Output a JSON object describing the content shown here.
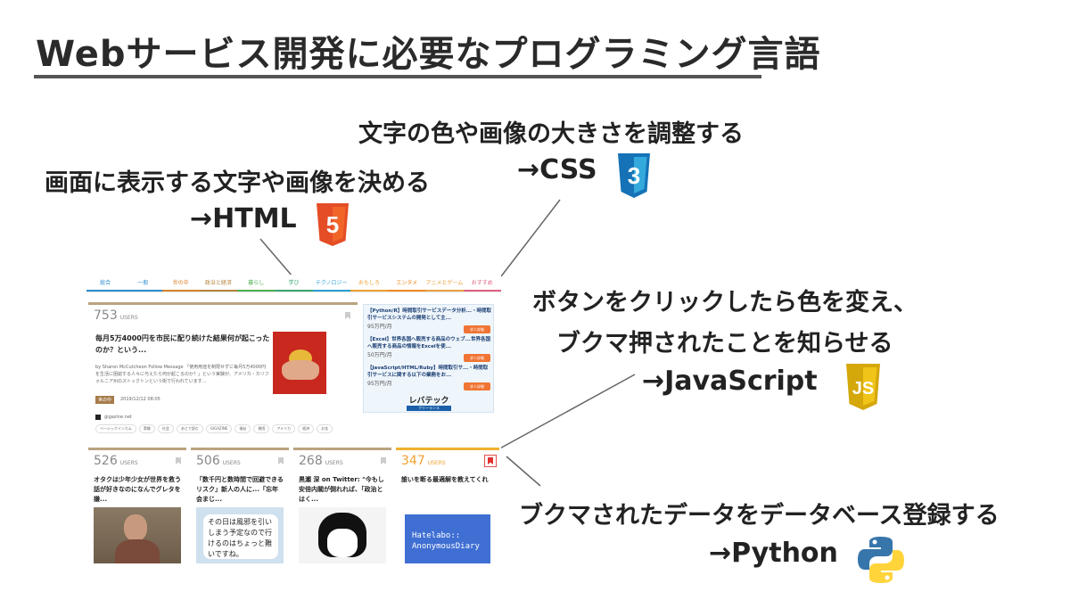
{
  "title": "Webサービス開発に必要なプログラミング言語",
  "annotations": {
    "html": {
      "caption": "画面に表示する文字や画像を決める",
      "tech": "→HTML"
    },
    "css": {
      "caption": "文字の色や画像の大きさを調整する",
      "tech": "→CSS"
    },
    "js": {
      "caption1": "ボタンをクリックしたら色を変え、",
      "caption2": "ブクマ押されたことを知らせる",
      "tech": "→JavaScript"
    },
    "python": {
      "caption": "ブクマされたデータをデータベース登録する",
      "tech": "→Python"
    }
  },
  "logos": {
    "html5": "5",
    "css3": "3",
    "js": "JS"
  },
  "mock": {
    "tabs": [
      {
        "label": "総合",
        "color": "#2c8ccf"
      },
      {
        "label": "一般",
        "color": "#2c8ccf"
      },
      {
        "label": "世の中",
        "color": "#d9822b"
      },
      {
        "label": "政治と経済",
        "color": "#b5843c"
      },
      {
        "label": "暮らし",
        "color": "#4caf50"
      },
      {
        "label": "学び",
        "color": "#3aa66f"
      },
      {
        "label": "テクノロジー",
        "color": "#2a9fd6"
      },
      {
        "label": "おもしろ",
        "color": "#f0a030"
      },
      {
        "label": "エンタメ",
        "color": "#f08b20"
      },
      {
        "label": "アニメとゲーム",
        "color": "#e8a040"
      },
      {
        "label": "おすすめ",
        "color": "#e06080"
      }
    ],
    "main_card": {
      "users": "753",
      "users_label": "USERS",
      "title": "毎月5万4000円を市民に配り続けた結果何が起こったのか？という...",
      "desc": "by Sharon McCutcheon Follow Message 「使用用途を制限せずに毎月5万4000円を生活に困窮する人々に与えたら何が起こるのか？」という実験が、アメリカ・カリフォルニア州のストックトンという街で行われています...",
      "badge": "世の中",
      "date": "2019/12/12 08:05",
      "site": "gigazine.net",
      "tags": [
        "ベーシックインカム",
        "実験",
        "社会",
        "あとで読む",
        "GIGAZINE",
        "福祉",
        "貧困",
        "アメリカ",
        "経済",
        "お金"
      ]
    },
    "ads": [
      {
        "title": "【Python/R】時間取引サービスデータ分析...・時間取引サービスシステムの開発として主...",
        "price": "95万円/月",
        "btn": "求人詳細"
      },
      {
        "title": "【Excel】世界各国へ販売する商品のウェブ...世界各国へ販売する商品の情報をExcelを使...",
        "price": "50万円/月",
        "btn": "求人詳細"
      },
      {
        "title": "【JavaScript/HTML/Ruby】時間取引サ...・時間取引サービスに関する以下の業務をお...",
        "price": "95万円/月",
        "btn": "求人詳細"
      }
    ],
    "ad_brand": "レバテック",
    "ad_brand_sub": "フリーランス",
    "cards": [
      {
        "users": "526",
        "title": "オタクは少年少女が世界を救う話が好きなのになんでグレタを嫌...",
        "color": "#b9a37f",
        "text_color": "#888"
      },
      {
        "users": "506",
        "title": "「数千円と数時間で回避できるリスク」新人の人に...「忘年会まじ...",
        "color": "#b9a37f",
        "text_color": "#888",
        "bubble": "その日は風邪を引いしまう予定なので行けるのはちょっと難いですね。"
      },
      {
        "users": "268",
        "title": "黒瀬 深 on Twitter: \"今もし安倍内閣が倒れれば、「政治とはく...",
        "color": "#b9a37f",
        "text_color": "#888"
      },
      {
        "users": "347",
        "title": "誰いを断る最適解を教えてくれ",
        "color": "#f0b030",
        "text_color": "#f0a030",
        "banner1": "Hatelabo::",
        "banner2": "AnonymousDiary"
      }
    ]
  }
}
